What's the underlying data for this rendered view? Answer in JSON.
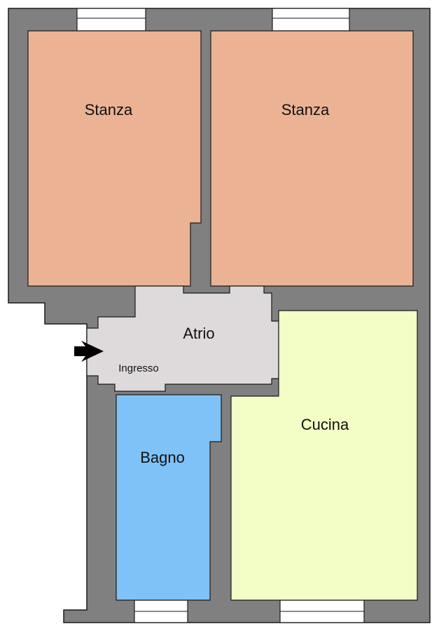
{
  "rooms": {
    "stanza_left": {
      "label": "Stanza",
      "color": "#ebb393"
    },
    "stanza_right": {
      "label": "Stanza",
      "color": "#ebb393"
    },
    "atrio": {
      "label": "Atrio",
      "color": "#dedadb"
    },
    "cucina": {
      "label": "Cucina",
      "color": "#f3fdc6"
    },
    "bagno": {
      "label": "Bagno",
      "color": "#7fc2f7"
    }
  },
  "entrance": {
    "label": "Ingresso",
    "arrow_icon": "arrow-right-icon"
  },
  "colors": {
    "wall": "#808080",
    "outline": "#1a1a1a",
    "window": "#ffffff"
  }
}
